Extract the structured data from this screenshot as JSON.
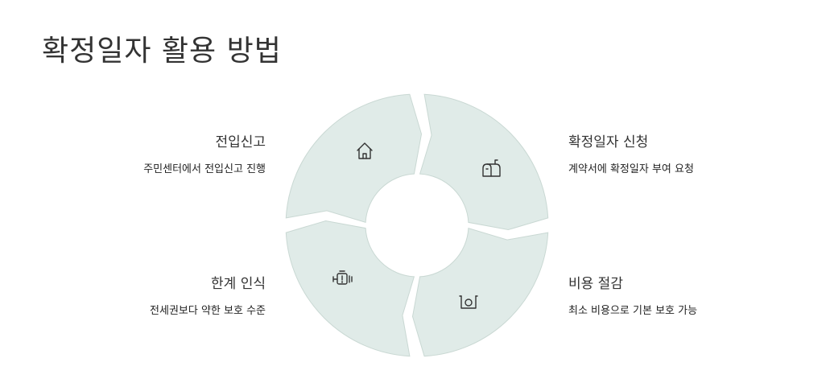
{
  "title": "확정일자 활용 방법",
  "colors": {
    "segment_fill": "#e0ebe8",
    "segment_stroke": "#c9d8d3",
    "icon": "#333333"
  },
  "steps": [
    {
      "label": "전입신고",
      "description": "주민센터에서 전입신고 진행",
      "icon": "home-icon"
    },
    {
      "label": "확정일자 신청",
      "description": "계약서에 확정일자 부여 요청",
      "icon": "mailbox-icon"
    },
    {
      "label": "비용 절감",
      "description": "최소 비용으로 기본 보호 가능",
      "icon": "coin-icon"
    },
    {
      "label": "한계 인식",
      "description": "전세권보다 약한 보호 수준",
      "icon": "alert-icon"
    }
  ]
}
